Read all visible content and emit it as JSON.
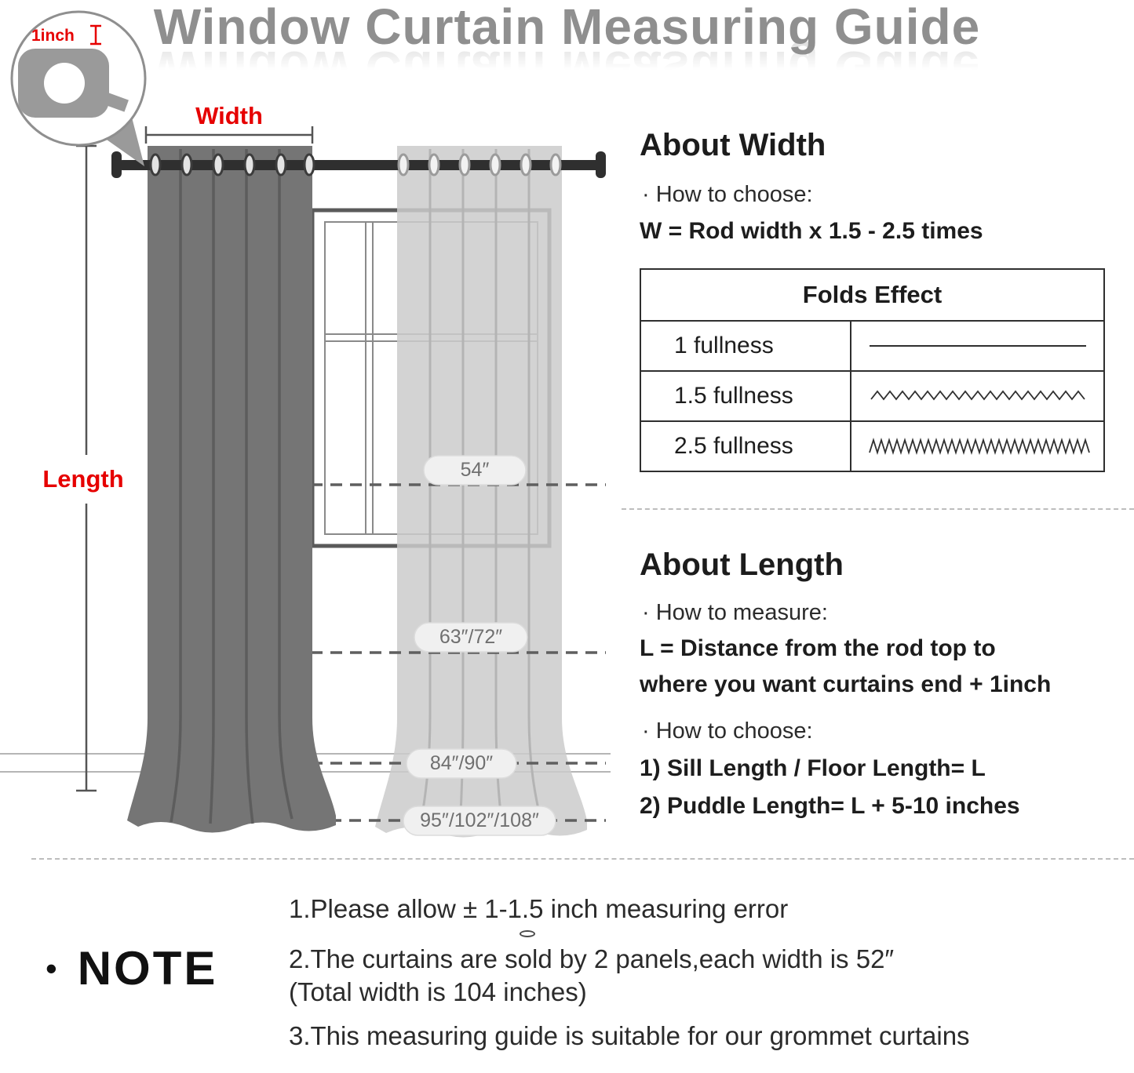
{
  "title": "Window Curtain Measuring Guide",
  "diagram": {
    "tape_label": "1inch",
    "width_label": "Width",
    "length_label": "Length",
    "size_marks": [
      "54″",
      "63″/72″",
      "84″/90″",
      "95″/102″/108″"
    ]
  },
  "about_width": {
    "heading": "About Width",
    "how_to_choose_label": "· How to choose:",
    "formula": "W = Rod width x 1.5 - 2.5 times",
    "folds_table": {
      "header": "Folds Effect",
      "rows": [
        {
          "label": "1 fullness",
          "fold_style": "straight"
        },
        {
          "label": "1.5 fullness",
          "fold_style": "wavy"
        },
        {
          "label": "2.5 fullness",
          "fold_style": "zigzag"
        }
      ]
    }
  },
  "about_length": {
    "heading": "About Length",
    "how_to_measure_label": "· How to measure:",
    "formula_lines": [
      "L = Distance from the rod top to",
      "where you want curtains end + 1inch"
    ],
    "how_to_choose_label": "· How to choose:",
    "options": [
      "1)  Sill Length / Floor Length= L",
      "2)  Puddle Length= L + 5-10 inches"
    ]
  },
  "note": {
    "bullet": "•",
    "heading": "NOTE",
    "items": [
      "1.Please allow ± 1-1.5 inch measuring error",
      "2.The curtains are sold by 2 panels,each width is 52″",
      "(Total width is 104 inches)",
      "3.This measuring guide is suitable for our grommet curtains"
    ]
  },
  "colors": {
    "accent_red": "#e60000",
    "title_gray": "#8f8f8f",
    "text_dark": "#222222",
    "curtain_dark": "#757575",
    "curtain_light": "#c9c9c9",
    "rod_dark": "#2f2f2f"
  }
}
